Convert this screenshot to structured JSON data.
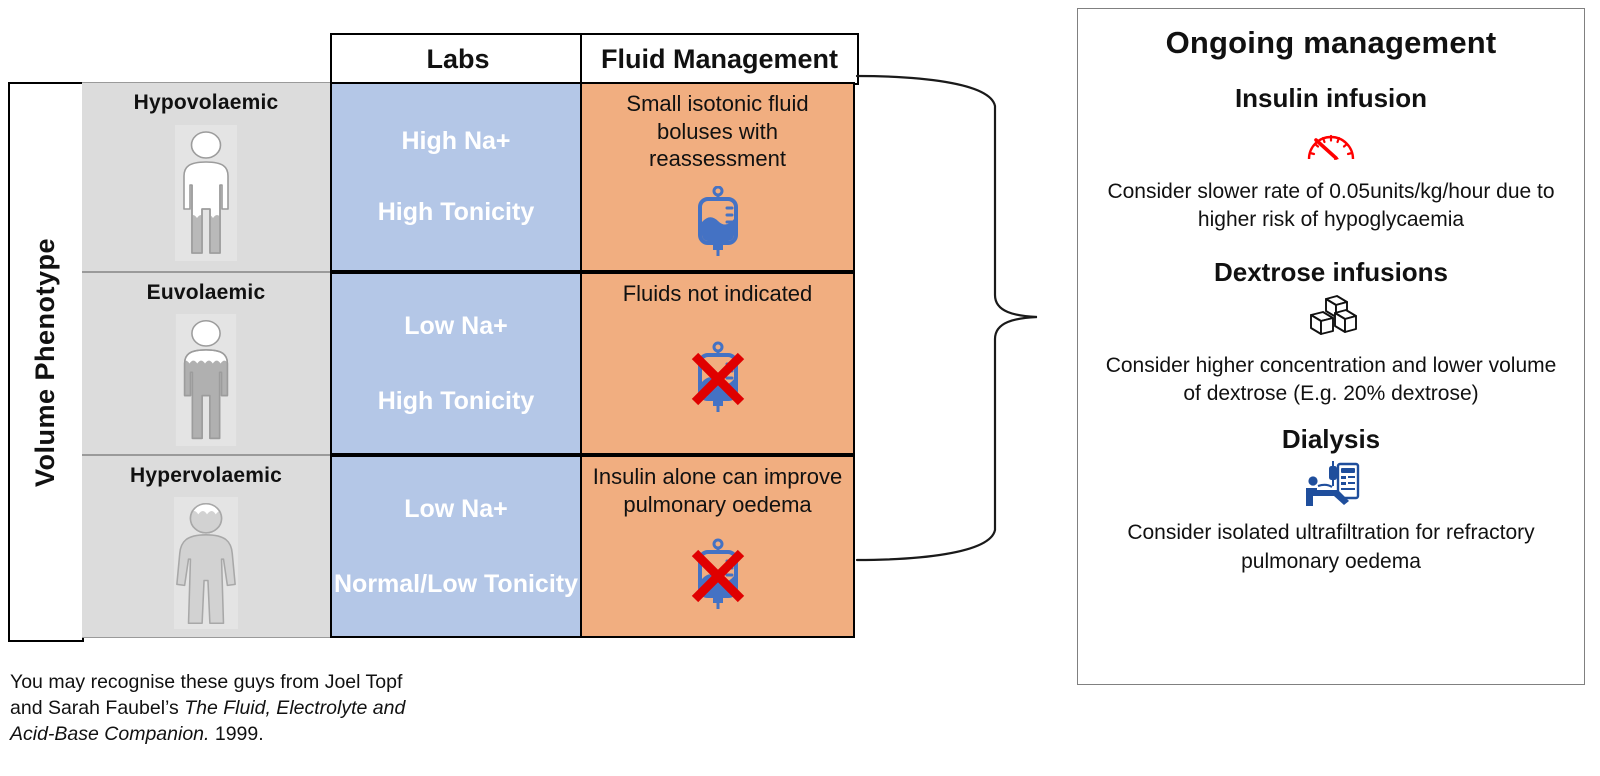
{
  "matrix": {
    "axis_label": "Volume Phenotype",
    "columns": [
      {
        "id": "labs",
        "header": "Labs"
      },
      {
        "id": "fluid",
        "header": "Fluid Management"
      }
    ],
    "rows": [
      {
        "phenotype": "Hypovolaemic",
        "figure_icon": "person-hypovolaemic-icon",
        "labs": [
          "High Na+",
          "High Tonicity"
        ],
        "fluid_text": "Small isotonic  fluid boluses with reassessment",
        "fluid_icon": "iv-bag-icon"
      },
      {
        "phenotype": "Euvolaemic",
        "figure_icon": "person-euvolaemic-icon",
        "labs": [
          "Low Na+",
          "High Tonicity"
        ],
        "fluid_text": "Fluids not indicated",
        "fluid_icon": "iv-bag-crossed-icon"
      },
      {
        "phenotype": "Hypervolaemic",
        "figure_icon": "person-hypervolaemic-icon",
        "labs": [
          "Low Na+",
          "Normal/Low Tonicity"
        ],
        "fluid_text": "Insulin alone can improve pulmonary oedema",
        "fluid_icon": "iv-bag-crossed-icon"
      }
    ]
  },
  "footnote": {
    "line1": "You may recognise these guys from Joel Topf",
    "line2_plain": "and Sarah Faubel’s ",
    "line2_italic": "The Fluid, Electrolyte and",
    "line3_italic": "Acid-Base Companion.",
    "line3_plain": " 1999."
  },
  "panel": {
    "title": "Ongoing management",
    "sections": [
      {
        "heading": "Insulin infusion",
        "icon": "speedometer-icon",
        "body": "Consider slower rate of 0.05units/kg/hour due to higher risk of hypoglycaemia"
      },
      {
        "heading": "Dextrose infusions",
        "icon": "sugar-cubes-icon",
        "body": "Consider higher concentration and lower volume of dextrose (E.g. 20% dextrose)"
      },
      {
        "heading": "Dialysis",
        "icon": "dialysis-machine-icon",
        "body": "Consider isolated ultrafiltration for refractory pulmonary oedema"
      }
    ]
  },
  "colors": {
    "labs_fill": "#B4C7E7",
    "fluid_fill": "#F1AE80",
    "phenotype_fill": "#DCDCDC",
    "iv_bag_blue": "#4472C4",
    "cross_red": "#E00000",
    "speedometer_red": "#FF0000",
    "dialysis_blue": "#1F4E9C",
    "panel_border": "#808080"
  },
  "connector": {
    "type": "curly-brace",
    "orientation": "right"
  }
}
